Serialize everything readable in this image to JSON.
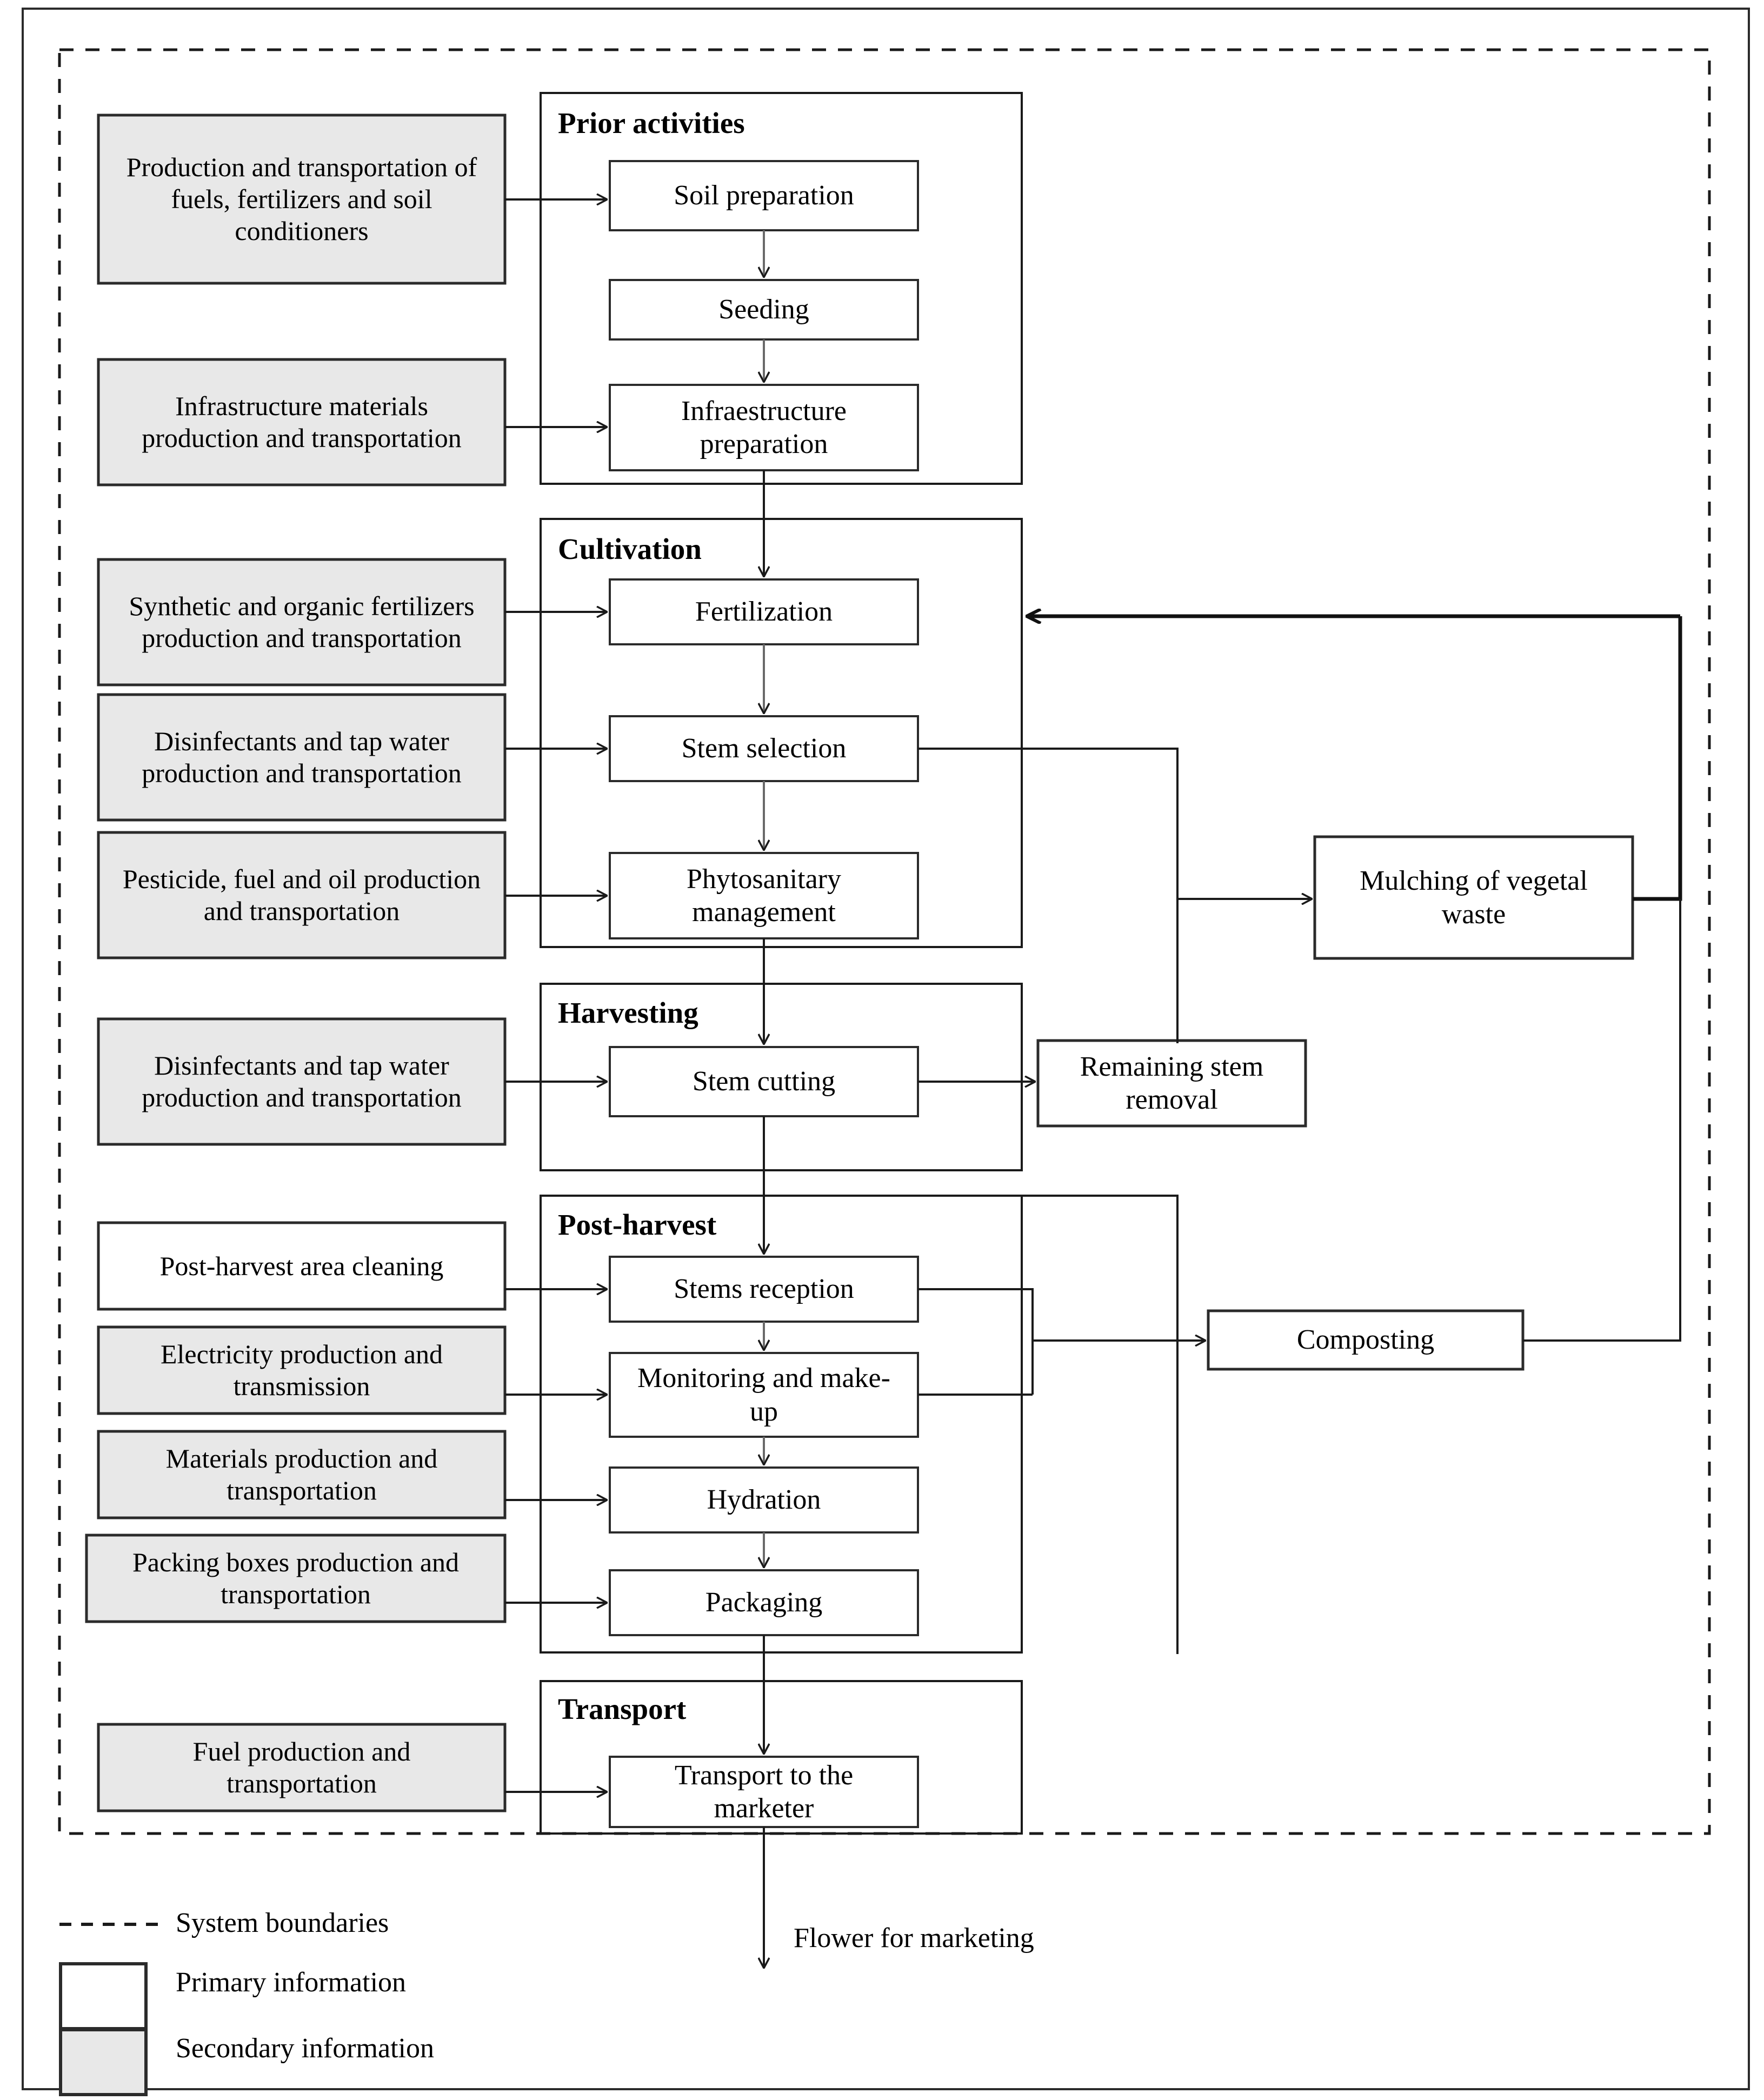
{
  "figure": {
    "title_visible": false,
    "colors": {
      "line": "#1a1a1a",
      "secondary_fill": "#e8e8e8",
      "primary_fill": "#ffffff",
      "text": "#000000"
    }
  },
  "groups": [
    {
      "id": "prior",
      "label": "Prior activities"
    },
    {
      "id": "cultivation",
      "label": "Cultivation"
    },
    {
      "id": "harvesting",
      "label": "Harvesting"
    },
    {
      "id": "postharvest",
      "label": "Post-harvest"
    },
    {
      "id": "transport",
      "label": "Transport"
    }
  ],
  "secondary_boxes": [
    {
      "id": "fuels-fert-soil",
      "label": "Production and transportation of fuels, fertilizers  and soil conditioners",
      "fill": "secondary"
    },
    {
      "id": "infrastructure-materials",
      "label": "Infrastructure materials production and transportation",
      "fill": "secondary"
    },
    {
      "id": "synthetic-organic-fert",
      "label": "Synthetic  and organic fertilizers  production and transportation",
      "fill": "secondary"
    },
    {
      "id": "disinfectants-water-1",
      "label": "Disinfectants  and tap water production and transportation",
      "fill": "secondary"
    },
    {
      "id": "pesticide-fuel-oil",
      "label": "Pesticide, fuel and oil production and transportation",
      "fill": "secondary"
    },
    {
      "id": "disinfectants-water-2",
      "label": "Disinfectants  and tap water production and transportation",
      "fill": "secondary"
    },
    {
      "id": "postharvest-cleaning",
      "label": "Post-harvest area cleaning",
      "fill": "primary"
    },
    {
      "id": "electricity",
      "label": "Electricity production and transmission",
      "fill": "secondary"
    },
    {
      "id": "materials-prod",
      "label": "Materials  production and transportation",
      "fill": "secondary"
    },
    {
      "id": "packing-boxes",
      "label": "Packing boxes production and transportation",
      "fill": "secondary"
    },
    {
      "id": "fuel-prod",
      "label": "Fuel production and transportation",
      "fill": "secondary"
    }
  ],
  "process_boxes": [
    {
      "id": "soil-preparation",
      "label": "Soil preparation",
      "group": "prior"
    },
    {
      "id": "seeding",
      "label": "Seeding",
      "group": "prior"
    },
    {
      "id": "infrastructure-prep",
      "label": "Infraestructure preparation",
      "group": "prior"
    },
    {
      "id": "fertilization",
      "label": "Fertilization",
      "group": "cultivation"
    },
    {
      "id": "stem-selection",
      "label": "Stem selection",
      "group": "cultivation"
    },
    {
      "id": "phytosanitary",
      "label": "Phytosanitary management",
      "group": "cultivation"
    },
    {
      "id": "stem-cutting",
      "label": "Stem cutting",
      "group": "harvesting"
    },
    {
      "id": "stems-reception",
      "label": "Stems reception",
      "group": "postharvest"
    },
    {
      "id": "monitoring-makeup",
      "label": "Monitoring  and make-up",
      "group": "postharvest"
    },
    {
      "id": "hydration",
      "label": "Hydration",
      "group": "postharvest"
    },
    {
      "id": "packaging",
      "label": "Packaging",
      "group": "postharvest"
    },
    {
      "id": "transport-marketer",
      "label": "Transport to the marketer",
      "group": "transport"
    }
  ],
  "side_boxes": [
    {
      "id": "mulching",
      "label": "Mulching  of vegetal  waste"
    },
    {
      "id": "remaining-stem-removal",
      "label": "Remaining stem removal"
    },
    {
      "id": "composting",
      "label": "Composting"
    }
  ],
  "annotations": [
    {
      "id": "flower-output",
      "label": "Flower for marketing"
    }
  ],
  "legend": {
    "items": [
      {
        "id": "system-boundaries",
        "label": "System boundaries",
        "swatch": "dashed-line"
      },
      {
        "id": "primary-information",
        "label": "Primary information",
        "swatch": "white-box"
      },
      {
        "id": "secondary-information",
        "label": "Secondary information",
        "swatch": "grey-box"
      }
    ]
  }
}
